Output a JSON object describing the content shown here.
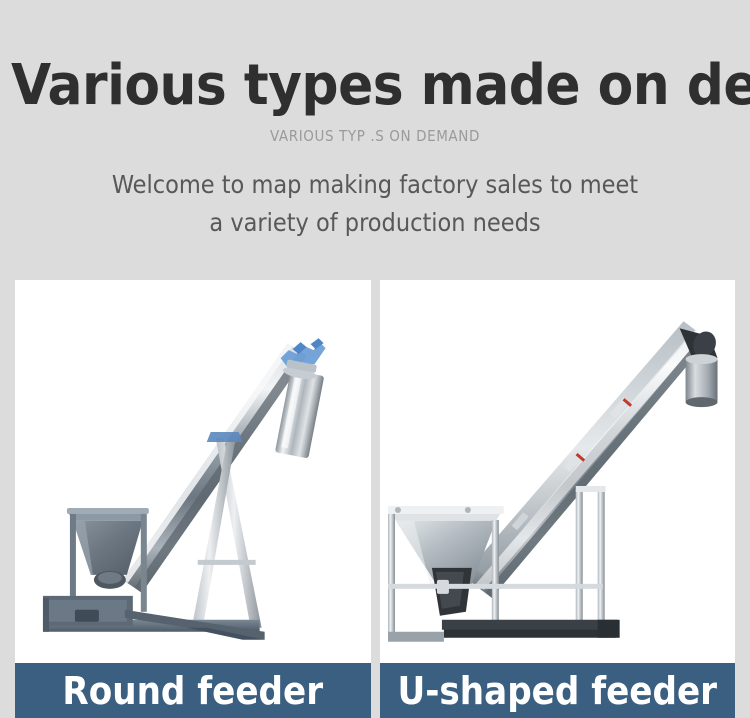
{
  "page": {
    "background_color": "#dcdcdc",
    "title": "Various types made on demand",
    "subtitle": "VARIOUS TYP .S ON DEMAND",
    "description_line_1": "Welcome to map making factory sales to meet",
    "description_line_2": "a variety of production needs",
    "title_color": "#2f2f2f",
    "subtitle_color": "#9a9a9a",
    "description_color": "#58585a"
  },
  "cards": [
    {
      "caption": "Round feeder",
      "caption_bg": "#3b5f80",
      "caption_color": "#ffffff",
      "photo_bg": "#ffffff",
      "photo_alt": "round-tube-screw-feeder-conveyor"
    },
    {
      "caption": "U-shaped feeder",
      "caption_bg": "#3b5f80",
      "caption_color": "#ffffff",
      "photo_bg": "#ffffff",
      "photo_alt": "u-shaped-screw-feeder-conveyor"
    }
  ]
}
